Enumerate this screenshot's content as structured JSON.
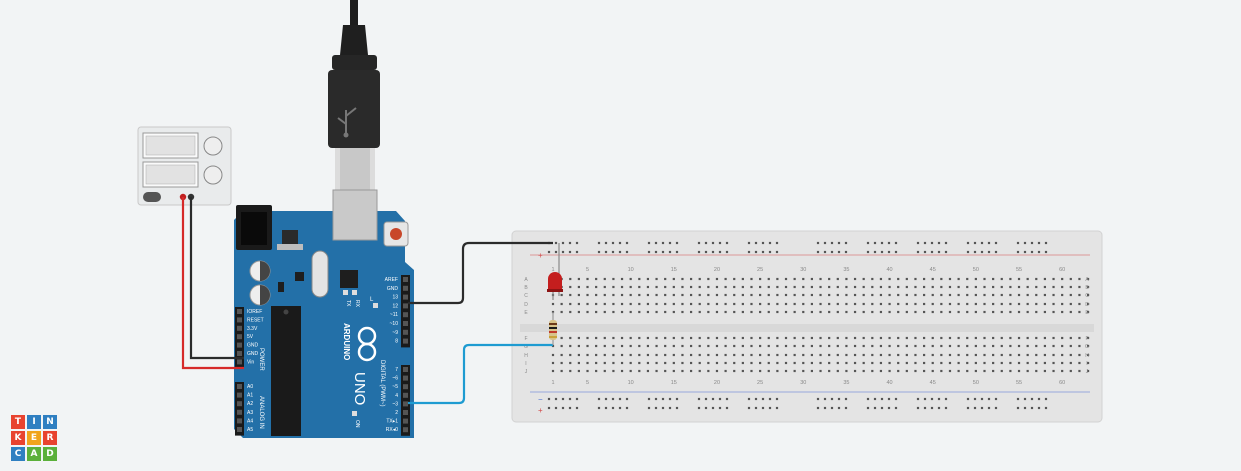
{
  "app": {
    "name": "Tinkercad"
  },
  "logo": {
    "letters": [
      "T",
      "I",
      "N",
      "K",
      "E",
      "R",
      "C",
      "A",
      "D"
    ],
    "colors": [
      "#e8432f",
      "#2f7fc1",
      "#2f7fc1",
      "#e8432f",
      "#f0a41c",
      "#e8432f",
      "#2f7fc1",
      "#5bb03a",
      "#5bb03a"
    ]
  },
  "arduino": {
    "brand": "ARDUINO",
    "model": "UNO",
    "digital_header_label": "DIGITAL (PWM~)",
    "power_label": "POWER",
    "analog_label": "ANALOG IN",
    "on_label": "ON",
    "tx_label": "TX",
    "rx_label": "RX",
    "l_label": "L",
    "top_pins": [
      "AREF",
      "GND",
      "13",
      "12",
      "~11",
      "~10",
      "~9",
      "8"
    ],
    "bottom_pins": [
      "7",
      "~6",
      "~5",
      "4",
      "~3",
      "2",
      "TX▸1",
      "RX◂0"
    ],
    "power_pins": [
      "IOREF",
      "RESET",
      "3.3V",
      "5V",
      "GND",
      "GND",
      "Vin"
    ],
    "analog_pins": [
      "A0",
      "A1",
      "A2",
      "A3",
      "A4",
      "A5"
    ]
  },
  "breadboard": {
    "column_numbers": [
      "1",
      "5",
      "10",
      "15",
      "20",
      "25",
      "30",
      "35",
      "40",
      "45",
      "50",
      "55",
      "60"
    ],
    "row_letters_top": [
      "A",
      "B",
      "C",
      "D",
      "E"
    ],
    "row_letters_bottom": [
      "F",
      "G",
      "H",
      "I",
      "J"
    ],
    "plus_sign": "+",
    "minus_sign": "−"
  },
  "colors": {
    "board": "#2370a8",
    "breadboard": "#e4e4e4",
    "wire_black": "#2b2b2b",
    "wire_red": "#d62a2a",
    "wire_blue": "#1e9bd1",
    "led": "#c41e1e"
  }
}
